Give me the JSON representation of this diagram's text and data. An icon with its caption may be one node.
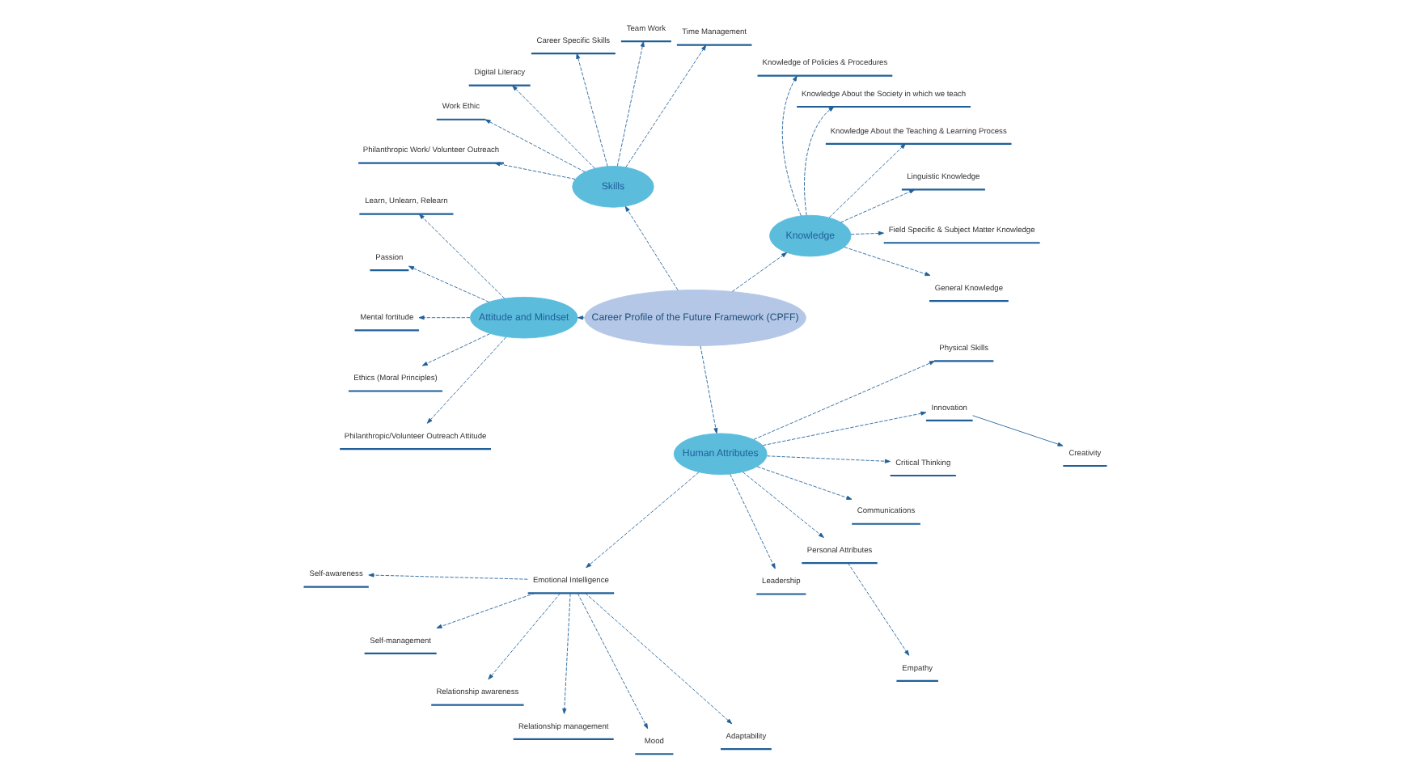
{
  "diagram": {
    "nodes": [
      {
        "text": [
          "Career Profile of the Future Framework (CPFF)"
        ]
      },
      {
        "text": [
          "Knowledge"
        ]
      },
      {
        "text": [
          "General Knowledge"
        ]
      },
      {
        "text": [
          "Field Specific & Subject Matter Knowledge"
        ]
      },
      {
        "text": [
          "Linguistic Knowledge"
        ]
      },
      {
        "text": [
          "Knowledge About the Teaching & Learning Process"
        ]
      },
      {
        "text": [
          "Knowledge About the Society in which we teach"
        ]
      },
      {
        "text": [
          "Knowledge of Policies & Procedures"
        ]
      },
      {
        "text": [
          "Skills"
        ]
      },
      {
        "text": [
          "Time Management"
        ]
      },
      {
        "text": [
          "Team Work"
        ]
      },
      {
        "text": [
          "Career Specific Skills"
        ]
      },
      {
        "text": [
          "Digital Literacy"
        ]
      },
      {
        "text": [
          "Work Ethic"
        ]
      },
      {
        "text": [
          "Philanthropic Work/ Volunteer Outreach"
        ]
      },
      {
        "text": [
          "Attitude and Mindset"
        ]
      },
      {
        "text": [
          "Learn, Unlearn, Relearn"
        ]
      },
      {
        "text": [
          "Passion"
        ]
      },
      {
        "text": [
          "Mental fortitude"
        ]
      },
      {
        "text": [
          "Ethics (Moral Principles)"
        ]
      },
      {
        "text": [
          "Philanthropic/Volunteer Outreach Attitude"
        ]
      },
      {
        "text": [
          "Human Attributes"
        ]
      },
      {
        "text": [
          "Emotional Intelligence"
        ]
      },
      {
        "text": [
          "Leadership"
        ]
      },
      {
        "text": [
          "Personal Attributes"
        ]
      },
      {
        "text": [
          "Communications"
        ]
      },
      {
        "text": [
          "Critical Thinking"
        ]
      },
      {
        "text": [
          "Innovation"
        ]
      },
      {
        "text": [
          "Physical Skills"
        ]
      },
      {
        "text": [
          "Self-awareness"
        ]
      },
      {
        "text": [
          "Self-management"
        ]
      },
      {
        "text": [
          "Relationship awareness"
        ]
      },
      {
        "text": [
          "Relationship management"
        ]
      },
      {
        "text": [
          "Mood"
        ]
      },
      {
        "text": [
          "Adaptability"
        ]
      },
      {
        "text": [
          "Empathy"
        ]
      },
      {
        "text": [
          "Creativity"
        ]
      }
    ],
    "edges": [
      {
        "from": 0,
        "to": 1,
        "arrow": "to",
        "style": "dashed"
      },
      {
        "from": 1,
        "to": 2,
        "arrow": "to",
        "style": "dashed"
      },
      {
        "from": 1,
        "to": 3,
        "arrow": "to",
        "style": "dashed"
      },
      {
        "from": 1,
        "to": 4,
        "arrow": "to",
        "style": "dashed"
      },
      {
        "from": 1,
        "to": 5,
        "arrow": "to",
        "style": "dashed"
      },
      {
        "from": 1,
        "to": 6,
        "arrow": "to",
        "style": "dashed"
      },
      {
        "from": 1,
        "to": 7,
        "arrow": "to",
        "style": "dashed"
      },
      {
        "from": 0,
        "to": 8,
        "arrow": "to",
        "style": "dashed"
      },
      {
        "from": 8,
        "to": 9,
        "arrow": "to",
        "style": "dashed"
      },
      {
        "from": 8,
        "to": 10,
        "arrow": "to",
        "style": "dashed"
      },
      {
        "from": 8,
        "to": 11,
        "arrow": "to",
        "style": "dashed"
      },
      {
        "from": 8,
        "to": 12,
        "arrow": "to",
        "style": "dashed"
      },
      {
        "from": 8,
        "to": 13,
        "arrow": "to",
        "style": "dashed"
      },
      {
        "from": 8,
        "to": 14,
        "arrow": "to",
        "style": "dashed"
      },
      {
        "from": 0,
        "to": 15,
        "arrow": "to",
        "style": "dashed"
      },
      {
        "from": 15,
        "to": 16,
        "arrow": "to",
        "style": "dashed"
      },
      {
        "from": 15,
        "to": 17,
        "arrow": "to",
        "style": "dashed"
      },
      {
        "from": 15,
        "to": 18,
        "arrow": "to",
        "style": "dashed"
      },
      {
        "from": 15,
        "to": 19,
        "arrow": "to",
        "style": "dashed"
      },
      {
        "from": 15,
        "to": 20,
        "arrow": "to",
        "style": "dashed"
      },
      {
        "from": 0,
        "to": 21,
        "arrow": "to",
        "style": "dashed"
      },
      {
        "from": 21,
        "to": 22,
        "arrow": "to",
        "style": "dashed"
      },
      {
        "from": 21,
        "to": 23,
        "arrow": "to",
        "style": "dashed"
      },
      {
        "from": 21,
        "to": 24,
        "arrow": "to",
        "style": "dashed"
      },
      {
        "from": 21,
        "to": 25,
        "arrow": "to",
        "style": "dashed"
      },
      {
        "from": 21,
        "to": 26,
        "arrow": "to",
        "style": "dashed"
      },
      {
        "from": 21,
        "to": 27,
        "arrow": "to",
        "style": "dashed"
      },
      {
        "from": 21,
        "to": 28,
        "arrow": "to",
        "style": "dashed"
      },
      {
        "from": 22,
        "to": 29,
        "arrow": "to",
        "style": "dashed"
      },
      {
        "from": 22,
        "to": 30,
        "arrow": "to",
        "style": "dashed"
      },
      {
        "from": 22,
        "to": 31,
        "arrow": "to",
        "style": "dashed"
      },
      {
        "from": 22,
        "to": 32,
        "arrow": "to",
        "style": "dashed"
      },
      {
        "from": 22,
        "to": 33,
        "arrow": "to",
        "style": "dashed"
      },
      {
        "from": 22,
        "to": 34,
        "arrow": "to",
        "style": "dashed"
      },
      {
        "from": 24,
        "to": 35,
        "arrow": "to",
        "style": "dashed"
      },
      {
        "from": 27,
        "to": 36,
        "arrow": "to"
      }
    ]
  }
}
